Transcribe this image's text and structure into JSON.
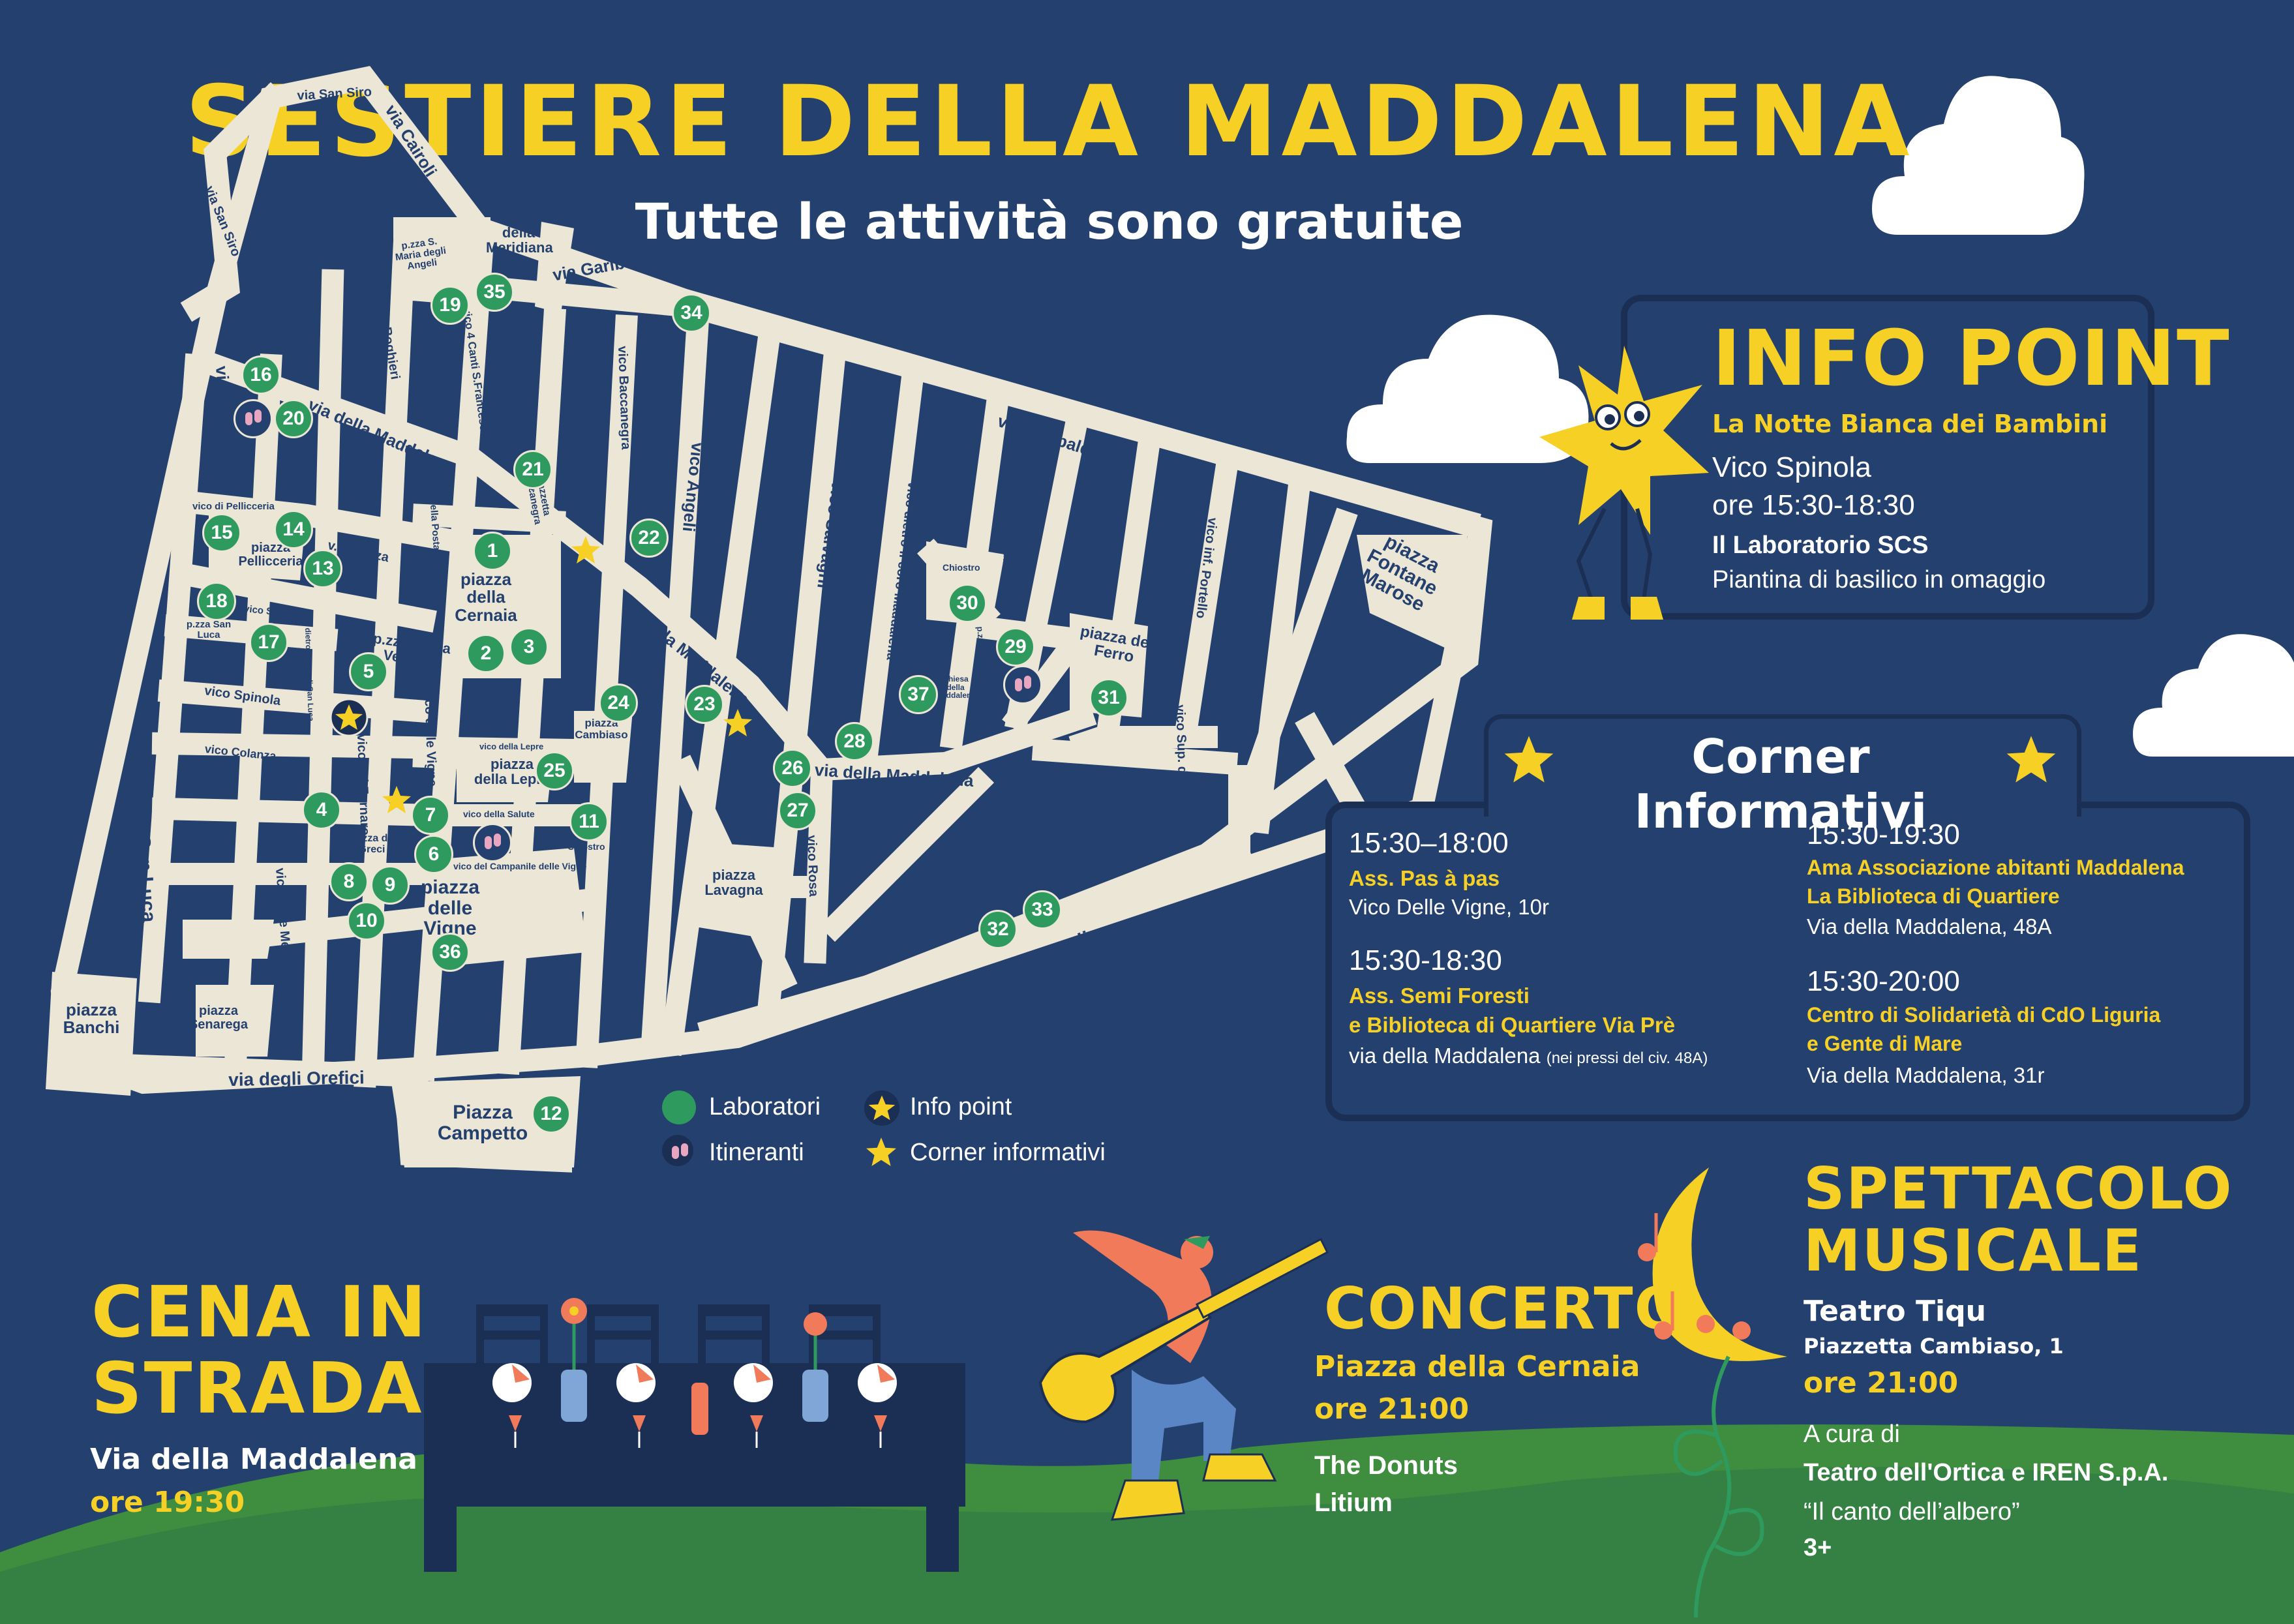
{
  "header": {
    "title": "SESTIERE DELLA MADDALENA",
    "subtitle": "Tutte le attività sono gratuite"
  },
  "colors": {
    "background": "#24406e",
    "accent_yellow": "#f7d025",
    "green": "#2e9a5e",
    "street": "#ece6d6"
  },
  "streets": {
    "via_san_siro_top": "via San Siro",
    "via_san_siro_side": "via San Siro",
    "via_cairoli": "via Cairoli",
    "piazza_meridiana": "Piazza della Meridiana",
    "pzza_s_maria_angeli": "p.zza S. Maria degli Angeli",
    "via_garibaldi_1": "via Garibaldi",
    "via_garibaldi_2": "via Garibaldi",
    "vico_boghieri": "vico Boghieri",
    "vico_4_canti": "vico 4 Canti S.Francesco",
    "vico_baccanegra": "vico Baccanegra",
    "piazzetta_baccanegra": "piazzetta Baccanegra",
    "vico_angeli": "vico Angeli",
    "vico_del_duca": "vico del Duca",
    "vico_salvaghi": "vico Salvaghi",
    "vico_dietro_coro": "vico dietro il coro Maddalena",
    "vico_dietro_coro_2": "vico dietro il coro Maddalena",
    "vico_del_ferro": "vico del Ferro",
    "vico_inf_portello": "vico inf. Portello",
    "piazza_fontane_marose": "piazza Fontane Marose",
    "via_san_luca_top": "via San Luca",
    "via_della_maddalena_1": "via della Maddalena",
    "via_della_maddalena_2": "via della Maddalena",
    "via_della_maddalena_3": "via della Maddalena",
    "vico_pellicceria": "vico di Pellicceria",
    "piazza_pellicceria": "piazza Pellicceria",
    "v_scienza": "v. Scienza",
    "vico_posta_vecchia": "vico della Posta Vecchia",
    "piazza_cernaia": "piazza della Cernaia",
    "pzza_san_luca": "p.zza San Luca",
    "vico_s_luca": "vico S. Luca",
    "vico_dietro_coro_san_luca": "vico dietro il coro di San Luca",
    "pzza_posta_vecchia": "p.zza Posta Vecchia",
    "vico_spinola": "vico Spinola",
    "vico_colanza": "vico Colanza",
    "vico_del_fornaro": "vico del Fornaro",
    "vico_delle_vigne": "vico delle Vigne",
    "vico_della_lepre": "vico della Lepre",
    "piazza_della_lepre": "piazza della Lepre",
    "piazza_cambiaso": "piazza Cambiaso",
    "chiostro_1": "Chiostro",
    "chiostro_2": "Chiostro",
    "pzza_maddalena": "p.zza della Maddalena",
    "chiesa_maddalena": "Chiesa della Maddalena",
    "piazza_del_ferro": "piazza del Ferro",
    "vico_spada": "vico Spada",
    "vico_sup_ferro": "vico Sup. del Ferro",
    "vico_salute": "vico della Salute",
    "vico_campanile": "vico del Campanile delle Vigne",
    "piazza_dei_greci": "piazza dei Greci",
    "piazza_delle_vigne": "piazza delle Vigne",
    "piazza_lavagna": "piazza Lavagna",
    "vico_rosa": "vico Rosa",
    "via_macelli": "via ai Macelli di Soziglia",
    "via_luccoli": "via Luccoli",
    "via_san_luca_bottom": "via San Luca",
    "vico_delle_mele": "vico delle Mele",
    "piazza_banchi": "piazza Banchi",
    "piazza_senarega": "piazza Senarega",
    "via_orefici": "via degli Orefici",
    "piazza_campetto": "Piazza Campetto"
  },
  "markers": [
    "1",
    "2",
    "3",
    "4",
    "5",
    "6",
    "7",
    "8",
    "9",
    "10",
    "11",
    "12",
    "13",
    "14",
    "15",
    "16",
    "17",
    "18",
    "19",
    "20",
    "21",
    "22",
    "23",
    "24",
    "25",
    "26",
    "27",
    "28",
    "29",
    "30",
    "31",
    "32",
    "33",
    "34",
    "35",
    "36",
    "37"
  ],
  "legend": {
    "laboratori": "Laboratori",
    "info_point": "Info point",
    "itineranti": "Itineranti",
    "corner": "Corner informativi"
  },
  "info_point": {
    "title": "INFO POINT",
    "event": "La Notte Bianca dei Bambini",
    "place": "Vico Spinola",
    "time": "ore 15:30-18:30",
    "lab": "Il Laboratorio SCS",
    "gift": "Piantina di basilico in omaggio"
  },
  "corner": {
    "title": "Corner Informativi",
    "items": [
      {
        "time": "15:30–18:00",
        "org": "Ass. Pas à pas",
        "org2": "",
        "addr": "Vico Delle Vigne, 10r",
        "addr_note": ""
      },
      {
        "time": "15:30-19:30",
        "org": "Ama Associazione abitanti Maddalena",
        "org2": "La Biblioteca di Quartiere",
        "addr": "Via della Maddalena, 48A",
        "addr_note": ""
      },
      {
        "time": "15:30-18:30",
        "org": "Ass. Semi Foresti",
        "org2": "e Biblioteca di Quartiere Via Prè",
        "addr": "via della Maddalena",
        "addr_note": "(nei pressi del civ. 48A)"
      },
      {
        "time": "15:30-20:00",
        "org": "Centro di Solidarietà di CdO Liguria",
        "org2": "e Gente di Mare",
        "addr": "Via della Maddalena, 31r",
        "addr_note": ""
      }
    ]
  },
  "cena": {
    "title1": "CENA IN",
    "title2": "STRADA",
    "place": "Via della Maddalena",
    "time": "ore 19:30"
  },
  "concerto": {
    "title": "CONCERTO",
    "place": "Piazza della Cernaia",
    "time": "ore 21:00",
    "band1": "The Donuts",
    "band2": "Litium"
  },
  "spettacolo": {
    "title1": "SPETTACOLO",
    "title2": "MUSICALE",
    "venue": "Teatro Tiqu",
    "address": "Piazzetta Cambiaso, 1",
    "time": "ore 21:00",
    "care_label": "A cura di",
    "organizer": "Teatro dell'Ortica e IREN S.p.A.",
    "show": "“Il canto dell’albero”",
    "age": "3+"
  }
}
